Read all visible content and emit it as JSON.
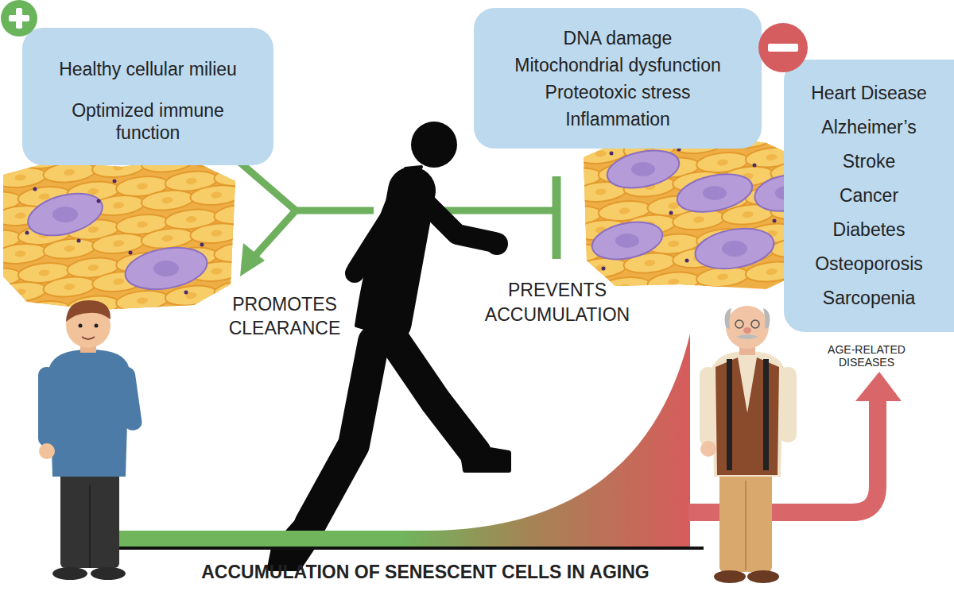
{
  "diagram": {
    "nodes": [
      {
        "text": [
          "Healthy cellular milieu",
          "Optimized immune function"
        ]
      },
      {
        "text": [
          "DNA damage",
          "Mitochondrial dysfunction",
          "Proteotoxic stress",
          "Inflammation"
        ]
      },
      {
        "text": [
          "Heart Disease",
          "Alzheimer’s",
          "Stroke",
          "Cancer",
          "Diabetes",
          "Osteoporosis",
          "Sarcopenia"
        ]
      }
    ],
    "labels": [
      "PROMOTES CLEARANCE",
      "PREVENTS ACCUMULATION",
      "AGE-RELATED DISEASES",
      "ACCUMULATION OF SENESCENT CELLS IN AGING"
    ]
  }
}
